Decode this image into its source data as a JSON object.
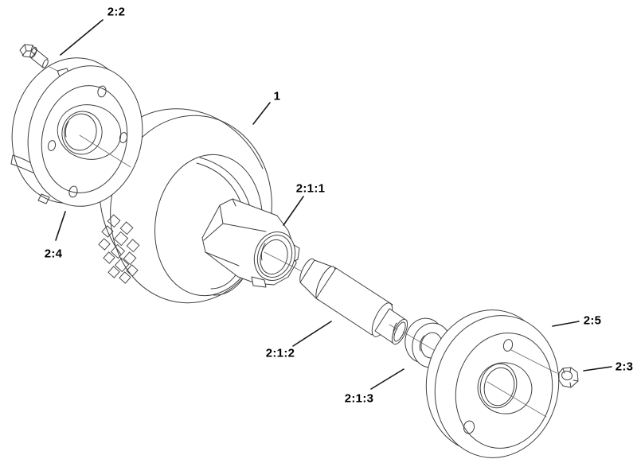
{
  "figure": {
    "kind": "exploded-parts-diagram",
    "colors": {
      "background": "#ffffff",
      "linework": "#3f3f3f",
      "labels": "#000000"
    },
    "callouts": [
      {
        "text": "2:2"
      },
      {
        "text": "1"
      },
      {
        "text": "2:1:1"
      },
      {
        "text": "2:1:2"
      },
      {
        "text": "2:1:3"
      },
      {
        "text": "2:4"
      },
      {
        "text": "2:5"
      },
      {
        "text": "2:3"
      }
    ]
  }
}
